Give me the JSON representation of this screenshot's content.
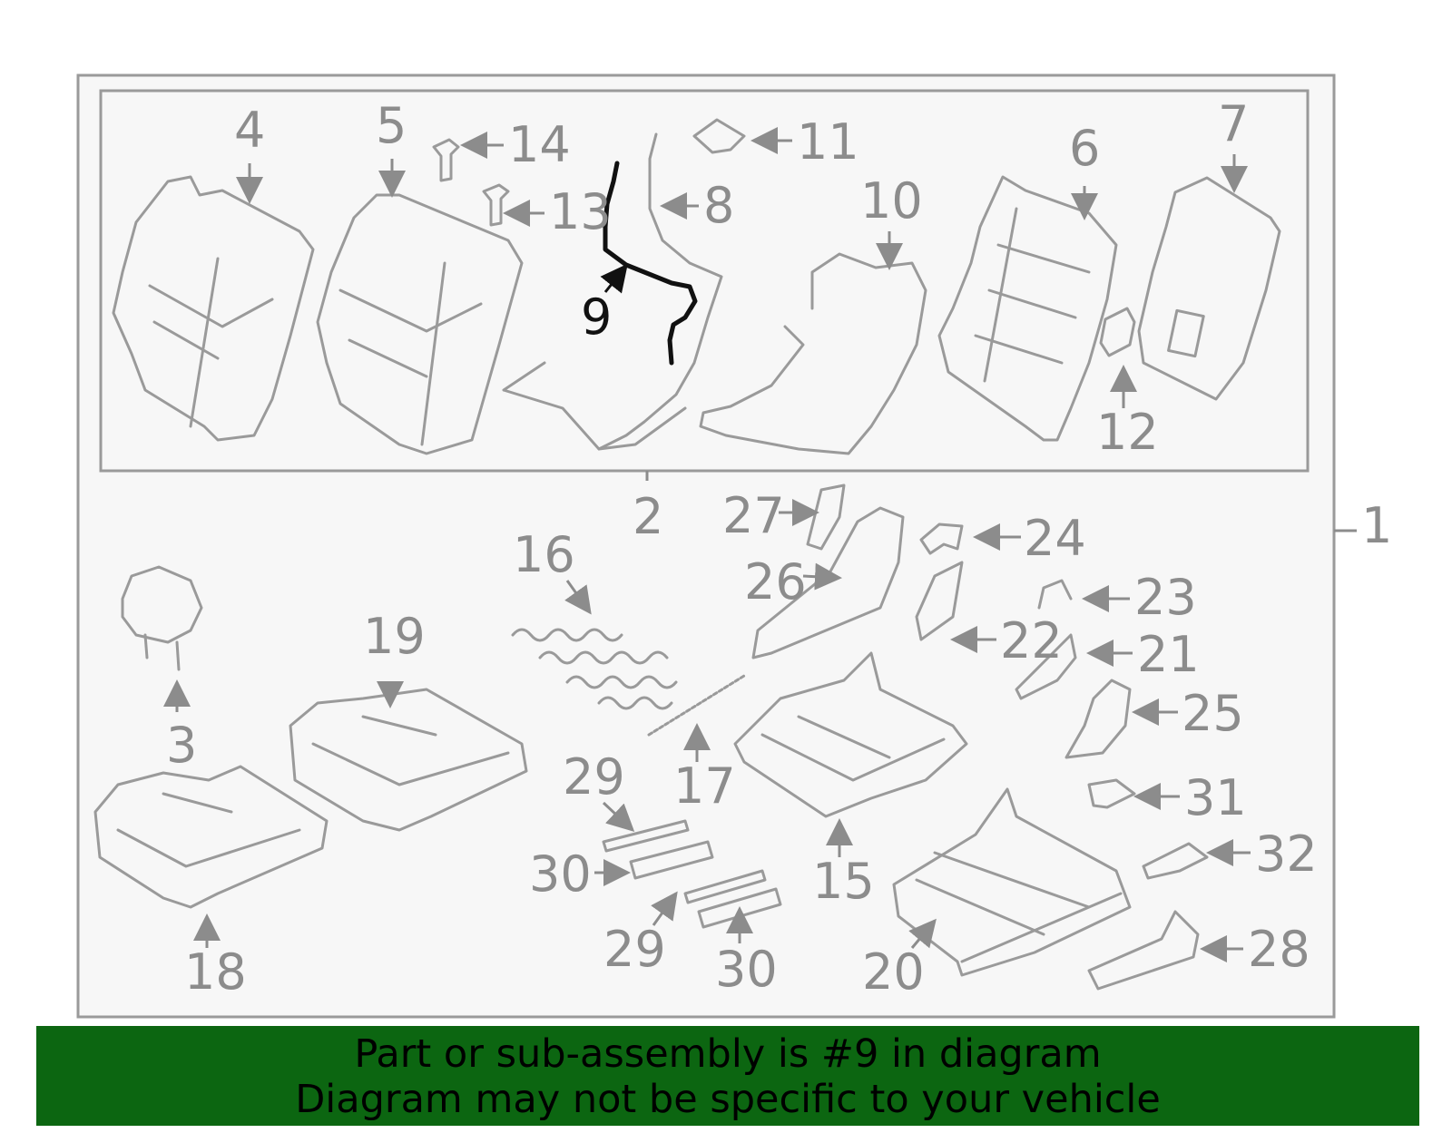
{
  "diagram": {
    "highlighted_part": "9",
    "callouts": [
      "1",
      "2",
      "3",
      "4",
      "5",
      "6",
      "7",
      "8",
      "9",
      "10",
      "11",
      "12",
      "13",
      "14",
      "15",
      "16",
      "17",
      "18",
      "19",
      "20",
      "21",
      "22",
      "23",
      "24",
      "25",
      "26",
      "27",
      "28",
      "29",
      "29",
      "30",
      "30",
      "31",
      "32"
    ]
  },
  "banner": {
    "line1": "Part or sub-assembly is #9 in diagram",
    "line2": "Diagram may not be specific to your vehicle",
    "bg_color": "#0c6611"
  },
  "colors": {
    "outline": "#9a9a9a",
    "callout_text": "#8c8c8c",
    "highlight": "#111111",
    "panel_bg": "#f7f7f7"
  }
}
